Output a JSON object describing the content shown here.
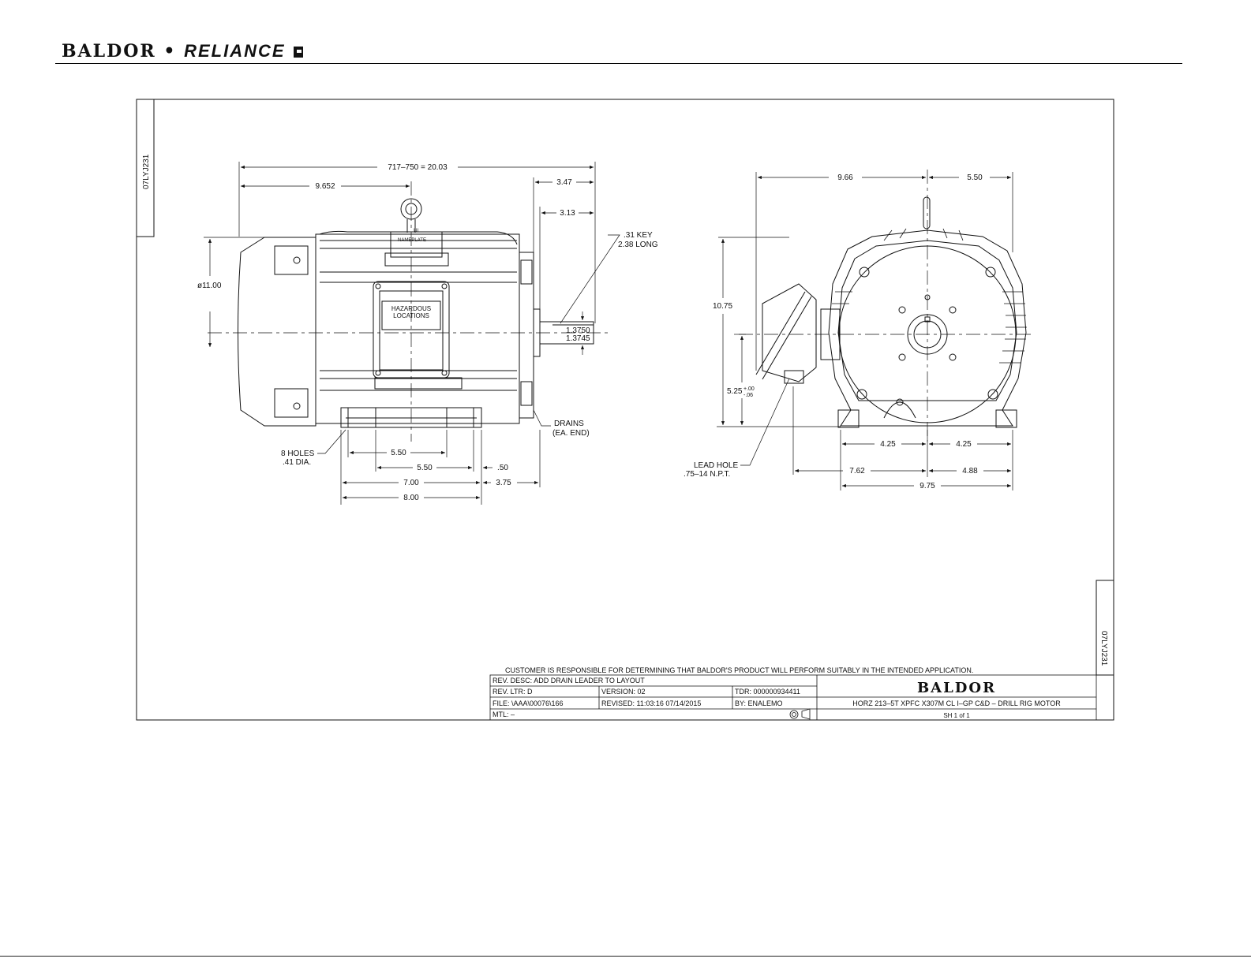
{
  "header": {
    "brand_left": "BALDOR",
    "brand_sep": "•",
    "brand_right": "RELIANCE"
  },
  "drawing": {
    "id_top": "07LYJ231",
    "id_side": "07LYJ231",
    "side_view": {
      "overall_length": "717–750 = 20.03",
      "c_to_face": "9.652",
      "shaft_ext_a": "3.47",
      "shaft_ext_b": "3.13",
      "key_line1": ".31 KEY",
      "key_line2": "2.38 LONG",
      "diameter": "ø11.00",
      "nameplate_line1": "UL",
      "nameplate_line2": "NAMEPLATE",
      "hazard_line1": "HAZARDOUS",
      "hazard_line2": "LOCATIONS",
      "shaft_dia_max": "1.3750",
      "shaft_dia_min": "1.3745",
      "drains_line1": "DRAINS",
      "drains_line2": "(EA. END)",
      "holes_line1": "8 HOLES",
      "holes_line2": ".41 DIA.",
      "dim_550_a": "5.50",
      "dim_550_b": "5.50",
      "dim_050": ".50",
      "dim_700": "7.00",
      "dim_375": "3.75",
      "dim_800": "8.00"
    },
    "end_view": {
      "dim_966": "9.66",
      "dim_550": "5.50",
      "dim_1075": "10.75",
      "dim_525": "5.25",
      "dim_525_tol_plus": "+.00",
      "dim_525_tol_minus": "-.06",
      "dim_425_a": "4.25",
      "dim_425_b": "4.25",
      "lead_line1": "LEAD HOLE",
      "lead_line2": ".75–14 N.P.T.",
      "dim_762": "7.62",
      "dim_488": "4.88",
      "dim_975": "9.75"
    },
    "title_block": {
      "disclaimer": "CUSTOMER IS RESPONSIBLE FOR DETERMINING THAT BALDOR'S PRODUCT WILL PERFORM SUITABLY IN THE INTENDED APPLICATION.",
      "rev_desc": "REV. DESC:  ADD DRAIN LEADER TO LAYOUT",
      "rev_ltr": "REV. LTR:  D",
      "version": "VERSION: 02",
      "tdr": "TDR: 000000934411",
      "file": "FILE: \\AAA\\00076\\166",
      "revised": "REVISED: 11:03:16  07/14/2015",
      "by": "BY:  ENALEMO",
      "mtl": "MTL:  –",
      "logo": "BALDOR",
      "description": "HORZ 213–5T XPFC X307M CL I–GP C&D – DRILL RIG MOTOR",
      "sheet": "SH 1 of 1"
    }
  }
}
